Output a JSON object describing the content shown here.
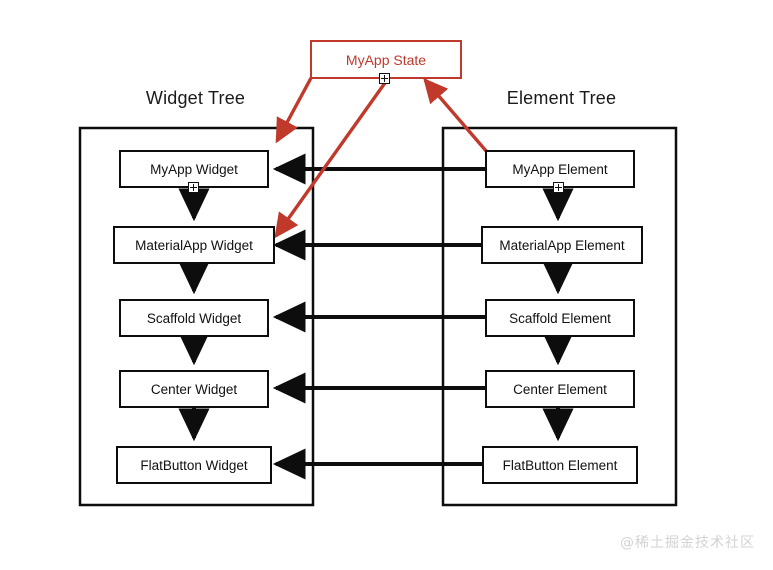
{
  "diagram": {
    "title_widget_tree": "Widget Tree",
    "title_element_tree": "Element Tree",
    "state_box_label": "MyApp State",
    "state_color": "#c0392b",
    "node_color": "#0d0d0d",
    "watermark": "@稀土掘金技术社区"
  },
  "widget_tree": {
    "nodes": [
      {
        "label": "MyApp Widget"
      },
      {
        "label": "MaterialApp Widget"
      },
      {
        "label": "Scaffold Widget"
      },
      {
        "label": "Center Widget"
      },
      {
        "label": "FlatButton Widget"
      }
    ]
  },
  "element_tree": {
    "nodes": [
      {
        "label": "MyApp Element"
      },
      {
        "label": "MaterialApp Element"
      },
      {
        "label": "Scaffold Element"
      },
      {
        "label": "Center Element"
      },
      {
        "label": "FlatButton Element"
      }
    ]
  }
}
